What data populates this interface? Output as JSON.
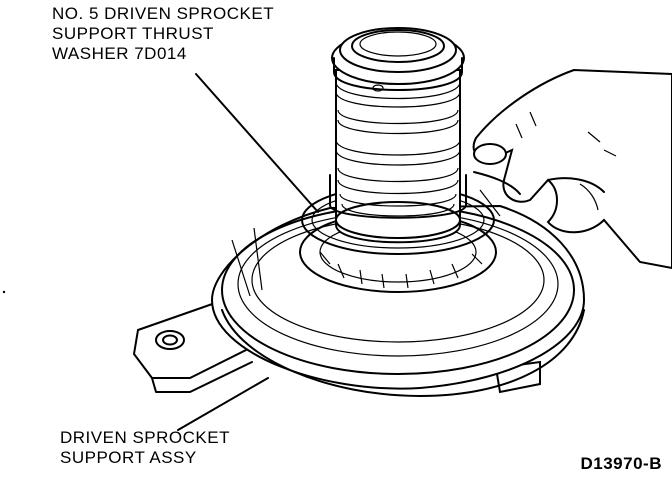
{
  "labels": {
    "thrust_washer": [
      "NO. 5 DRIVEN SPROCKET",
      "SUPPORT THRUST",
      "WASHER 7D014"
    ],
    "support_assy": [
      "DRIVEN SPROCKET",
      "SUPPORT ASSY"
    ],
    "figure_id": "D13970-B"
  }
}
